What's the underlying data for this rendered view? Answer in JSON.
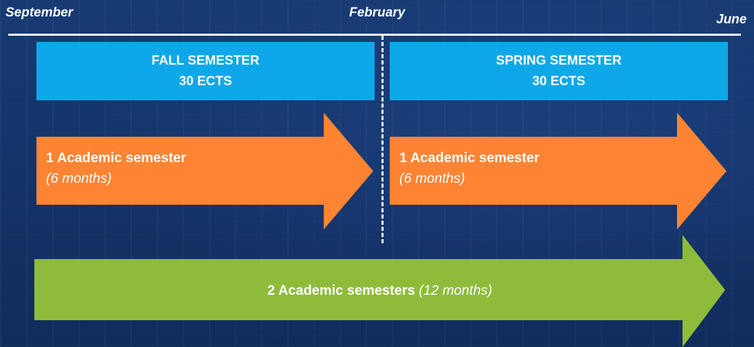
{
  "timeline": {
    "start_label": "September",
    "mid_label": "February",
    "end_label": "June"
  },
  "fall": {
    "title": "FALL SEMESTER",
    "credits": "30 ECTS",
    "arrow_title": "1 Academic semester",
    "arrow_sub": "(6 months)"
  },
  "spring": {
    "title": "SPRING SEMESTER",
    "credits": "30 ECTS",
    "arrow_title": "1 Academic semester",
    "arrow_sub": "(6 months)"
  },
  "full_year": {
    "arrow_title": "2 Academic semesters",
    "arrow_sub": "(12 months)"
  },
  "colors": {
    "background": "#14346a",
    "box_blue": "#0ea8e8",
    "arrow_orange": "#fd8433",
    "arrow_green": "#8ebc3a",
    "text": "#ffffff"
  }
}
